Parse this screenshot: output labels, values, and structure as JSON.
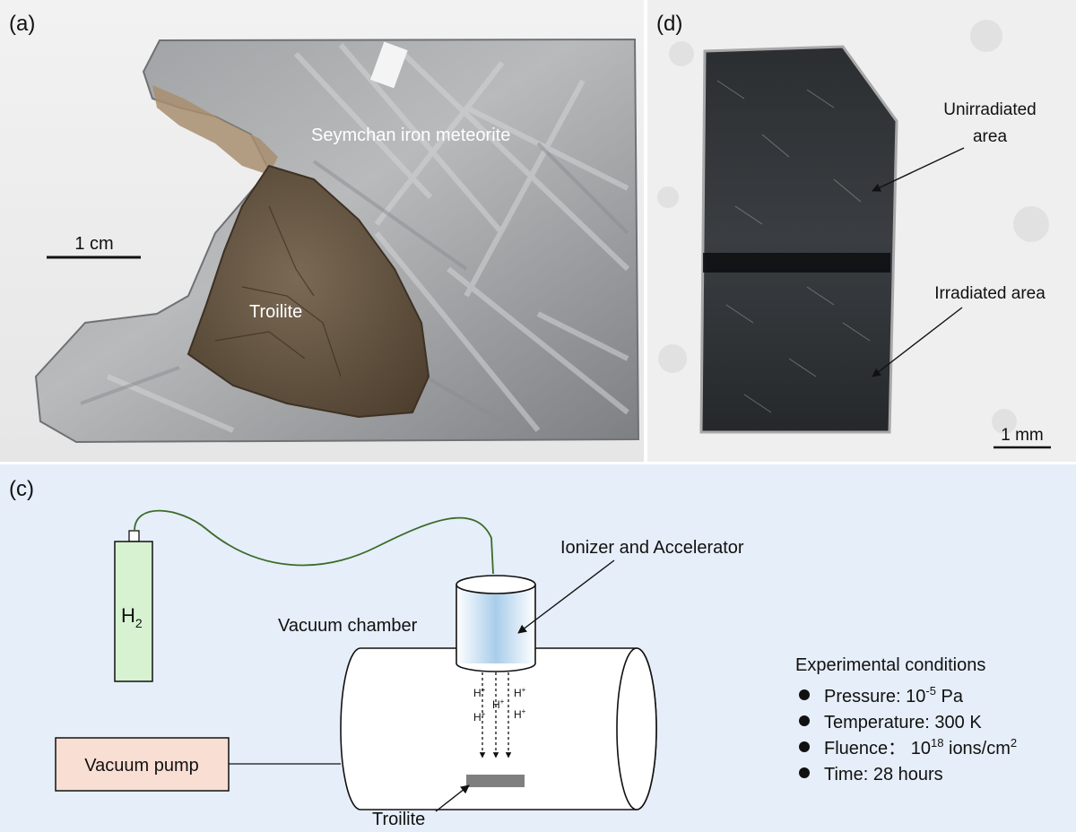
{
  "panel_a": {
    "label": "(a)",
    "scale_bar": "1 cm",
    "meteorite_label": "Seymchan iron meteorite",
    "troilite_label": "Troilite"
  },
  "panel_d": {
    "label": "(d)",
    "unirradiated_line1": "Unirradiated",
    "unirradiated_line2": "area",
    "irradiated_label": "Irradiated area",
    "scale_bar": "1 mm"
  },
  "panel_c": {
    "label": "(c)",
    "gas_cylinder": {
      "symbol": "H",
      "subscript": "2"
    },
    "ionizer_label": "Ionizer and Accelerator",
    "vacuum_chamber_label": "Vacuum chamber",
    "vacuum_pump_label": "Vacuum pump",
    "troilite_label": "Troilite",
    "ions": {
      "symbol": "H",
      "charge": "+"
    },
    "conditions": {
      "title": "Experimental conditions",
      "pressure_prefix": "Pressure: 10",
      "pressure_exp": "-5",
      "pressure_suffix": " Pa",
      "temperature": "Temperature: 300 K",
      "fluence_prefix": "Fluence： 10",
      "fluence_exp": "18",
      "fluence_suffix": " ions/cm",
      "fluence_unit_exp": "2",
      "time": "Time: 28 hours"
    }
  },
  "colors": {
    "panel_c_background": "#e6eef9",
    "cylinder_fill": "#d6f2d0",
    "pump_fill": "#f9ded3",
    "gas_line": "#3b6b2a",
    "ionizer_fill": "#bcd9ef",
    "troilite_target": "#7f7f7f"
  }
}
